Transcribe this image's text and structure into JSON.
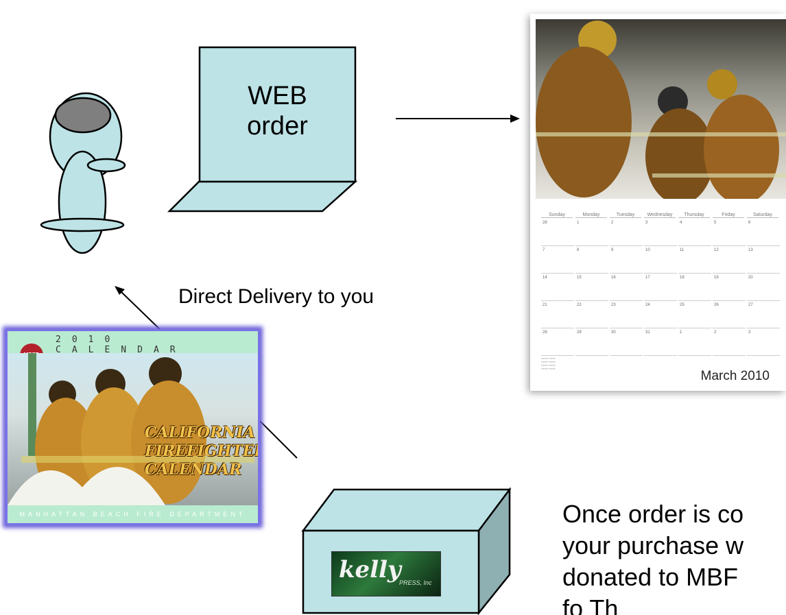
{
  "laptop": {
    "line1": "WEB",
    "line2": "order"
  },
  "delivery_label": "Direct Delivery to you",
  "cover": {
    "header": "2010 CALENDAR",
    "title_lines": [
      "CALIFORNIA",
      "FIREFIGHTERS",
      "CALENDAR"
    ],
    "footer": "MANHATTAN BEACH FIRE DEPARTMENT",
    "badge": "MBFD"
  },
  "calendar_page": {
    "month": "March 2010",
    "weekdays": [
      "Sunday",
      "Monday",
      "Tuesday",
      "Wednesday",
      "Thursday",
      "Friday",
      "Saturday"
    ],
    "weeks": [
      [
        "28",
        "1",
        "2",
        "3",
        "4",
        "5",
        "6"
      ],
      [
        "7",
        "8",
        "9",
        "10",
        "11",
        "12",
        "13"
      ],
      [
        "14",
        "15",
        "16",
        "17",
        "18",
        "19",
        "20"
      ],
      [
        "21",
        "22",
        "23",
        "24",
        "25",
        "26",
        "27"
      ],
      [
        "28",
        "29",
        "30",
        "31",
        "1",
        "2",
        "3"
      ]
    ]
  },
  "box_logo": {
    "brand": "kelly",
    "sub": "PRESS, Inc"
  },
  "donation_text": [
    "Once order is co",
    "your purchase w",
    "donated to MBF",
    "fo    Th"
  ],
  "colors": {
    "shape_fill": "#bde3e6",
    "figure_head": "#7f7f7f",
    "cover_glow": "#6a5fd6"
  }
}
